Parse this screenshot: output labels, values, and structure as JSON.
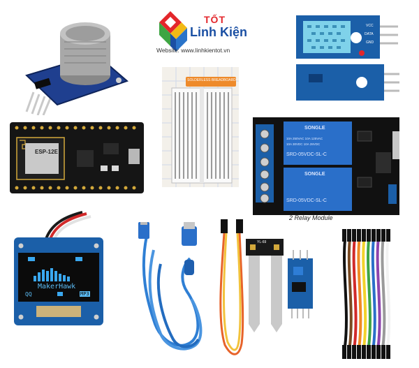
{
  "brand": {
    "top_word": "TỐT",
    "name": "Linh Kiện",
    "website": "Website: www.linhkientot.vn",
    "colors": {
      "red": "#e3262b",
      "blue": "#1a4fa3",
      "green": "#3ea543",
      "yellow": "#f2b915"
    }
  },
  "products": {
    "breadboard": {
      "label": "SOLDERLESS BREADBOARD"
    },
    "esp": {
      "chip_label": "ESP-12E"
    },
    "relay": {
      "module_label": "2 Relay Module",
      "brand": "SONGLE",
      "rating_1": "10A 250VAC 10A 125VAC",
      "rating_2": "10A 30VDC 10A 28VDC",
      "model": "SRD-05VDC-SL-C"
    },
    "dht": {
      "pin_vcc": "VCC",
      "pin_data": "DATA",
      "pin_gnd": "GND"
    },
    "oled": {
      "screen_text": "MakerHawk",
      "mp3": "MP3",
      "qq": "QQ"
    },
    "soil": {
      "probe_label": "YL-69"
    }
  }
}
